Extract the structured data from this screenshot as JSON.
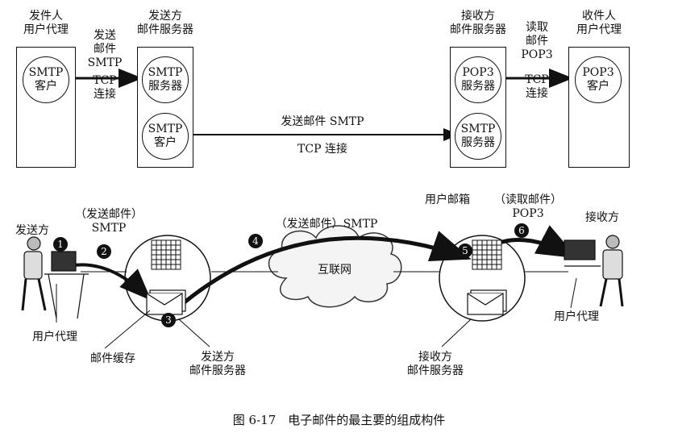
{
  "top": {
    "sender_ua_title": [
      "发件人",
      "用户代理"
    ],
    "sender_server_title": [
      "发送方",
      "邮件服务器"
    ],
    "receiver_server_title": [
      "接收方",
      "邮件服务器"
    ],
    "receiver_ua_title": [
      "收件人",
      "用户代理"
    ],
    "smtp_client": [
      "SMTP",
      "客户"
    ],
    "smtp_server": [
      "SMTP",
      "服务器"
    ],
    "smtp_client2": [
      "SMTP",
      "客户"
    ],
    "pop3_server": [
      "POP3",
      "服务器"
    ],
    "smtp_server2": [
      "SMTP",
      "服务器"
    ],
    "pop3_client": [
      "POP3",
      "客户"
    ],
    "left_arrow_label": [
      "发送",
      "邮件",
      "SMTP",
      "TCP",
      "连接"
    ],
    "middle_arrow_label_top": "发送邮件 SMTP",
    "middle_arrow_label_bottom": "TCP 连接",
    "right_arrow_label": [
      "读取",
      "邮件",
      "POP3",
      "TCP",
      "连接"
    ]
  },
  "bottom": {
    "sender": "发送方",
    "step2_label": [
      "（发送邮件）",
      "SMTP"
    ],
    "step4_label": "（发送邮件）SMTP",
    "mailbox": "用户邮箱",
    "step6_label": [
      "（读取邮件）",
      "POP3"
    ],
    "receiver": "接收方",
    "internet": "互联网",
    "sender_ua": "用户代理",
    "mail_cache": "邮件缓存",
    "sender_mail_server": [
      "发送方",
      "邮件服务器"
    ],
    "receiver_mail_server": [
      "接收方",
      "邮件服务器"
    ],
    "receiver_ua": "用户代理",
    "steps": [
      "1",
      "2",
      "3",
      "4",
      "5",
      "6"
    ]
  },
  "caption": "图 6-17　电子邮件的最主要的组成构件"
}
